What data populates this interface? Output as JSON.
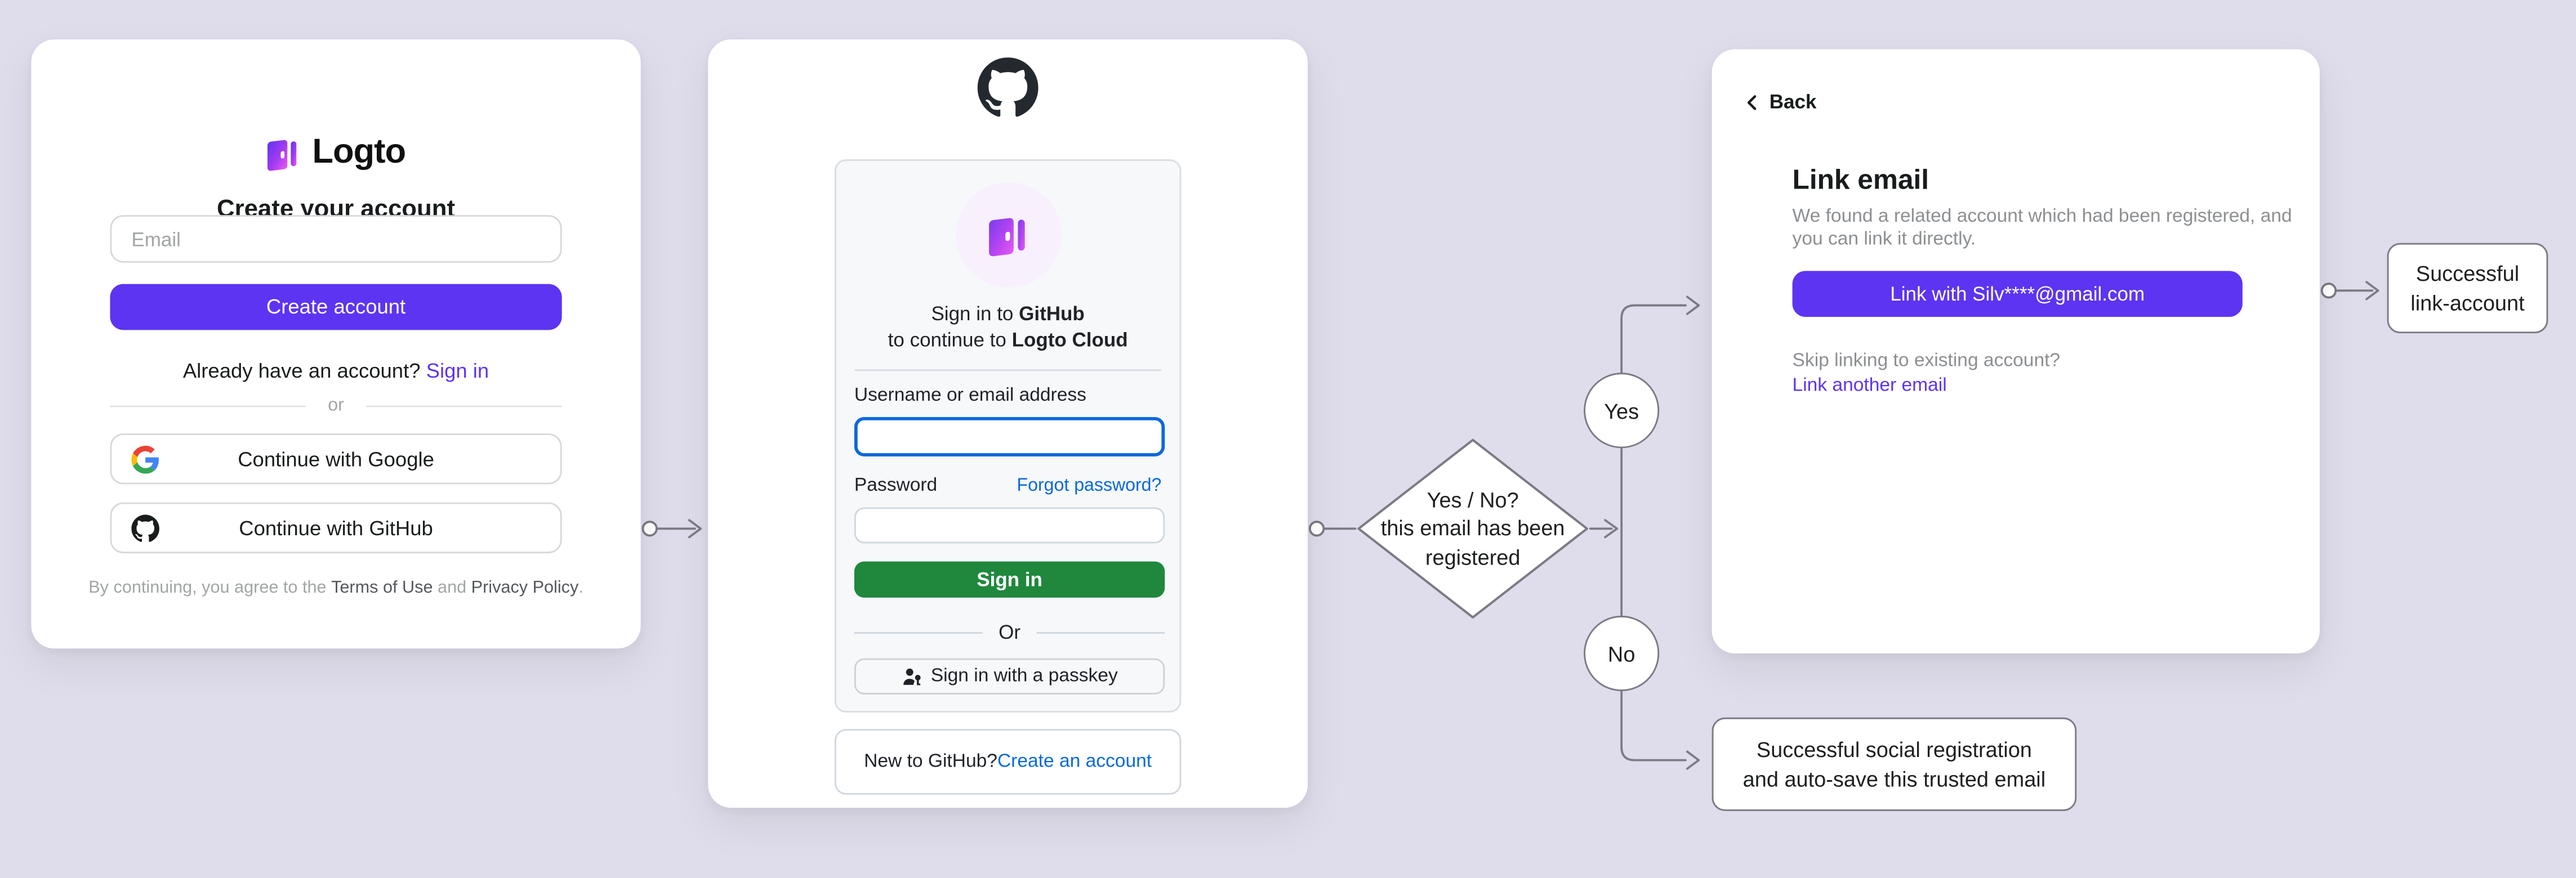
{
  "colors": {
    "background": "#dfdceb",
    "accent_purple": "#5d34f2",
    "github_green": "#1f883d",
    "github_link_blue": "#0969da",
    "connector_gray": "#7b7b84",
    "text_dark": "#191c1d",
    "muted_gray": "#8c8f92"
  },
  "signup_card": {
    "logo_text": "Logto",
    "title": "Create your account",
    "email_placeholder": "Email",
    "create_button": "Create account",
    "signin_prompt": "Already have an account? ",
    "signin_link": "Sign in",
    "divider": "or",
    "google_button": "Continue with Google",
    "github_button": "Continue with GitHub",
    "terms_prefix": "By continuing, you agree to the ",
    "terms_of_use": "Terms of Use",
    "terms_and": " and ",
    "privacy_policy": "Privacy Policy",
    "terms_period": "."
  },
  "github_card": {
    "heading_prefix": "Sign in to ",
    "heading_brand": "GitHub",
    "subheading_prefix": "to continue to ",
    "subheading_brand": "Logto Cloud",
    "username_label": "Username or email address",
    "password_label": "Password",
    "forgot_password_link": "Forgot password?",
    "signin_button": "Sign in",
    "divider": "Or",
    "passkey_button": "Sign in with a passkey",
    "footer_prompt": "New to GitHub? ",
    "footer_link": "Create an account"
  },
  "decision_diamond": {
    "line1": "Yes / No?",
    "line2": "this email has been",
    "line3": "registered"
  },
  "branch_labels": {
    "yes": "Yes",
    "no": "No"
  },
  "link_email_card": {
    "back_label": "Back",
    "title": "Link email",
    "description_line1": "We found a related account which had been registered, and",
    "description_line2": "you can link it directly.",
    "link_button": "Link with Silv****@gmail.com",
    "skip_text": "Skip linking to existing account?",
    "link_another_email": "Link another email"
  },
  "outcome_boxes": {
    "link_success_line1": "Successful",
    "link_success_line2": "link-account",
    "social_success_line1": "Successful social registration",
    "social_success_line2": "and auto-save this trusted email"
  },
  "icons": {
    "logto-logo-icon": "gradient door glyph",
    "google-icon": "Google G multicolor",
    "github-icon": "GitHub octocat mark",
    "passkey-icon": "person with key",
    "back-icon": "chevron left",
    "connector-start-icon": "small open circle",
    "connector-arrow-icon": "open arrowhead"
  }
}
